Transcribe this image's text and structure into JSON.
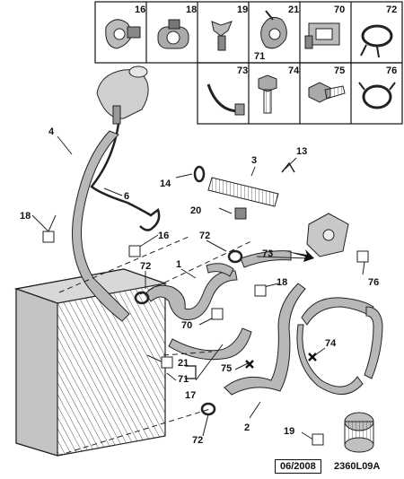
{
  "parts_grid": {
    "cells": [
      "16",
      "18",
      "19",
      "21",
      "70",
      "72",
      "73",
      "74",
      "75",
      "76"
    ],
    "sub_label": "71"
  },
  "callouts": {
    "c1": "1",
    "c2": "2",
    "c3": "3",
    "c4": "4",
    "c6": "6",
    "c13": "13",
    "c14": "14",
    "c16": "16",
    "c17": "17",
    "c18a": "18",
    "c18b": "18",
    "c19": "19",
    "c20": "20",
    "c21": "21",
    "c70": "70",
    "c71": "71",
    "c72a": "72",
    "c72b": "72",
    "c72c": "72",
    "c73": "73",
    "c74": "74",
    "c75": "75",
    "c76": "76"
  },
  "footer": {
    "date": "06/2008",
    "ref": "2360L09A"
  }
}
